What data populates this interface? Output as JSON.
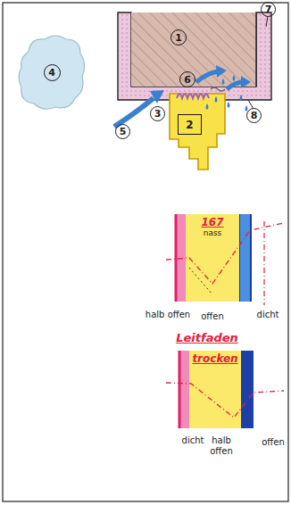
{
  "diagram": {
    "nodes": [
      {
        "text": [
          "7"
        ]
      },
      {
        "text": [
          "1"
        ]
      },
      {
        "text": [
          "4"
        ]
      },
      {
        "text": [
          "6"
        ]
      },
      {
        "text": [
          "3"
        ]
      },
      {
        "text": [
          "2"
        ]
      },
      {
        "text": [
          "8"
        ]
      },
      {
        "text": [
          "5"
        ]
      },
      {
        "text": [
          "167",
          "nass"
        ]
      },
      {
        "text": [
          "trocken"
        ]
      }
    ],
    "labels": [
      "halb offen",
      "offen",
      "dicht",
      "Leitfaden",
      "dicht",
      "halb offen",
      "offen"
    ]
  }
}
